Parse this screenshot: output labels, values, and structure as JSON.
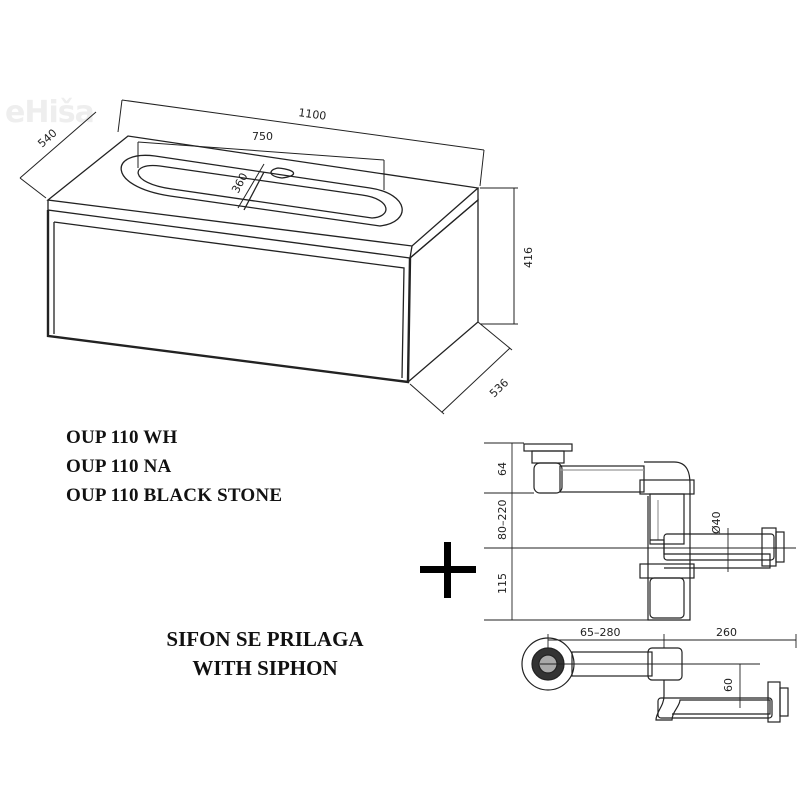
{
  "watermark": "eHiša",
  "cabinet": {
    "dim_width": "1100",
    "dim_depth_top": "540",
    "dim_basin_width": "750",
    "dim_basin_depth": "360",
    "dim_height": "416",
    "dim_depth_bottom": "536"
  },
  "models": [
    "OUP 110 WH",
    "OUP 110 NA",
    "OUP 110 BLACK STONE"
  ],
  "siphon_caption": [
    "SIFON SE PRILAGA",
    "WITH SIPHON"
  ],
  "plus_symbol": "+",
  "siphon": {
    "dim_top": "64",
    "dim_adjust_height": "80–220",
    "dim_pipe": "Ø40",
    "dim_bottom": "115",
    "dim_reach": "65–280",
    "dim_outlet": "260",
    "dim_offset": "60"
  }
}
